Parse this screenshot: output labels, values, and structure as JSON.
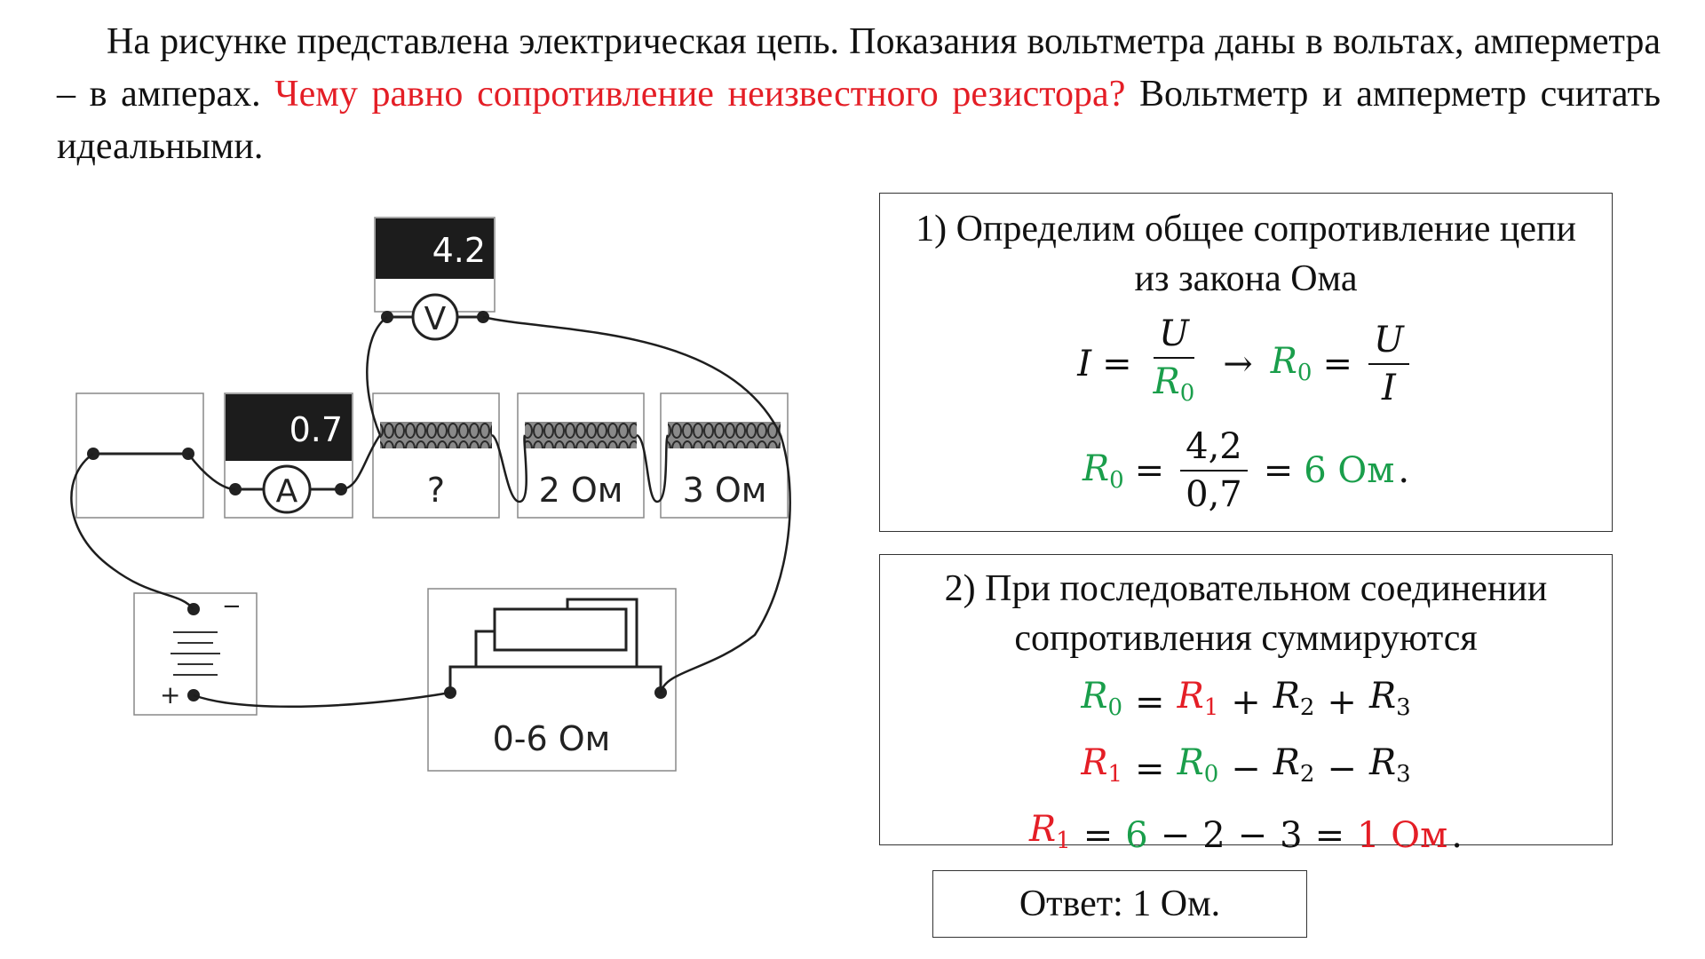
{
  "problem": {
    "text_part1": "На рисунке представлена электрическая цепь. Показания вольтметра даны в вольтах, амперметра – в амперах. ",
    "question": "Чему равно сопротивление неизвестного резистора?",
    "text_part2": " Вольтметр и амперметр считать идеальными."
  },
  "circuit": {
    "voltmeter_reading": "4.2",
    "voltmeter_symbol": "V",
    "ammeter_reading": "0.7",
    "ammeter_symbol": "A",
    "unknown_resistor": "?",
    "resistor2": "2 Ом",
    "resistor3": "3 Ом",
    "rheostat": "0-6 Ом",
    "battery_minus": "−",
    "battery_plus": "+"
  },
  "step1": {
    "heading": "1) Определим общее сопротивление цепи из закона Ома",
    "I": "I",
    "eq": "=",
    "U": "U",
    "R0": "R",
    "R0_sub": "0",
    "arrow": "→",
    "num": "4,2",
    "den": "0,7",
    "result": "6 Ом",
    "period": "."
  },
  "step2": {
    "heading": "2) При последовательном соединении сопротивления суммируются",
    "R": "R",
    "sub0": "0",
    "sub1": "1",
    "sub2": "2",
    "sub3": "3",
    "eq": "=",
    "plus": "+",
    "minus": "−",
    "v6": "6",
    "v2": "2",
    "v3": "3",
    "result": "1 Ом",
    "period": "."
  },
  "answer": {
    "label": "Ответ: 1 Ом."
  },
  "colors": {
    "question": "#e41e26",
    "r0": "#1a9e4b",
    "r1": "#e41e26"
  }
}
